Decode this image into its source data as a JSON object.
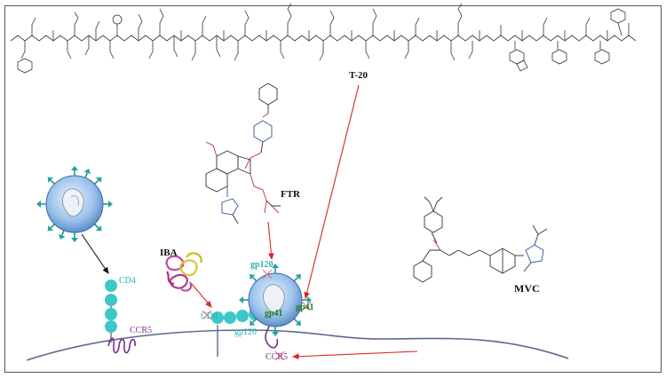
{
  "labels": {
    "t20": "T-20",
    "ftr": "FTR",
    "iba": "IBA",
    "mvc": "MVC",
    "cd4_left": "CD4",
    "ccr5_left": "CCR5",
    "gp120_top": "gp120",
    "cd4_mid": "CD4",
    "gp120_bottom": "gp120",
    "gp41_center": "gp41",
    "gp41_right": "gp41",
    "ccr5_mid": "CCR5"
  },
  "colors": {
    "arrow_red": "#dd2222",
    "arrow_black": "#111111",
    "cd4_cyan": "#3cc8c8",
    "ccr5_purple": "#7a2f8c",
    "membrane": "#5a6b8a",
    "virion_blue": "#7fb0e0",
    "spike_teal": "#1fa6a0",
    "gp41_green": "#1f7a1f"
  },
  "icons": {
    "peptide": "t20-peptide-structure",
    "ftr_molecule": "fostemsavir-structure",
    "mvc_molecule": "maraviroc-structure",
    "antibody": "ibalizumab-protein-ribbon",
    "virion": "hiv-virion"
  }
}
